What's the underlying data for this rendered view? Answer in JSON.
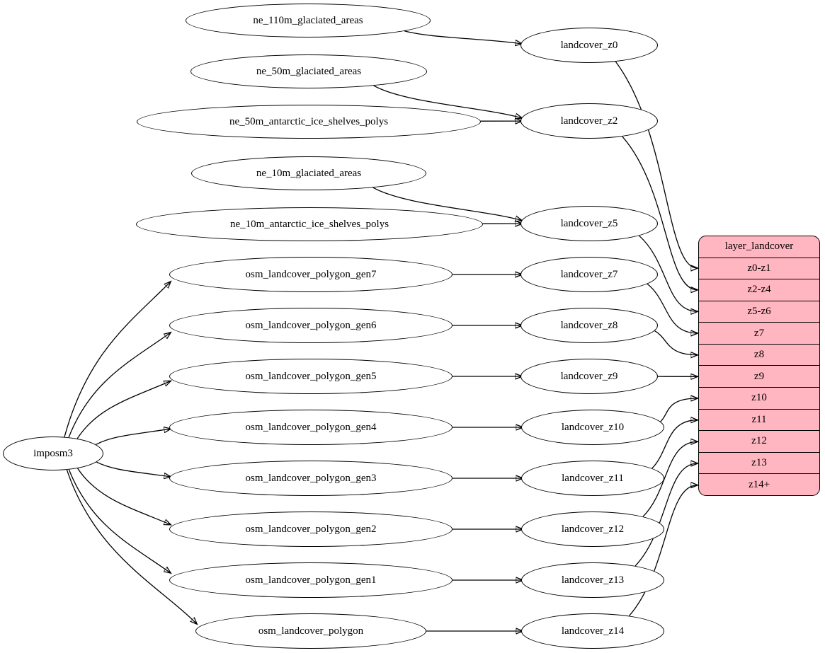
{
  "diagram": {
    "type": "flow-diagram",
    "style": "graphviz",
    "colors": {
      "background": "#ffffff",
      "node_fill": "#ffffff",
      "node_stroke": "#000000",
      "edge_color": "#000000",
      "table_fill": "#ffb6c1",
      "text_color": "#000000"
    },
    "nodes": [
      {
        "id": "imposm3",
        "label": "imposm3"
      },
      {
        "id": "ne_110m_glaciated_areas",
        "label": "ne_110m_glaciated_areas"
      },
      {
        "id": "ne_50m_glaciated_areas",
        "label": "ne_50m_glaciated_areas"
      },
      {
        "id": "ne_50m_antarctic_ice_shelves_polys",
        "label": "ne_50m_antarctic_ice_shelves_polys"
      },
      {
        "id": "ne_10m_glaciated_areas",
        "label": "ne_10m_glaciated_areas"
      },
      {
        "id": "ne_10m_antarctic_ice_shelves_polys",
        "label": "ne_10m_antarctic_ice_shelves_polys"
      },
      {
        "id": "osm_landcover_polygon_gen7",
        "label": "osm_landcover_polygon_gen7"
      },
      {
        "id": "osm_landcover_polygon_gen6",
        "label": "osm_landcover_polygon_gen6"
      },
      {
        "id": "osm_landcover_polygon_gen5",
        "label": "osm_landcover_polygon_gen5"
      },
      {
        "id": "osm_landcover_polygon_gen4",
        "label": "osm_landcover_polygon_gen4"
      },
      {
        "id": "osm_landcover_polygon_gen3",
        "label": "osm_landcover_polygon_gen3"
      },
      {
        "id": "osm_landcover_polygon_gen2",
        "label": "osm_landcover_polygon_gen2"
      },
      {
        "id": "osm_landcover_polygon_gen1",
        "label": "osm_landcover_polygon_gen1"
      },
      {
        "id": "osm_landcover_polygon",
        "label": "osm_landcover_polygon"
      },
      {
        "id": "landcover_z0",
        "label": "landcover_z0"
      },
      {
        "id": "landcover_z2",
        "label": "landcover_z2"
      },
      {
        "id": "landcover_z5",
        "label": "landcover_z5"
      },
      {
        "id": "landcover_z7",
        "label": "landcover_z7"
      },
      {
        "id": "landcover_z8",
        "label": "landcover_z8"
      },
      {
        "id": "landcover_z9",
        "label": "landcover_z9"
      },
      {
        "id": "landcover_z10",
        "label": "landcover_z10"
      },
      {
        "id": "landcover_z11",
        "label": "landcover_z11"
      },
      {
        "id": "landcover_z12",
        "label": "landcover_z12"
      },
      {
        "id": "landcover_z13",
        "label": "landcover_z13"
      },
      {
        "id": "landcover_z14",
        "label": "landcover_z14"
      }
    ],
    "table": {
      "id": "layer_landcover",
      "title": "layer_landcover",
      "rows": [
        "z0-z1",
        "z2-z4",
        "z5-z6",
        "z7",
        "z8",
        "z9",
        "z10",
        "z11",
        "z12",
        "z13",
        "z14+"
      ]
    },
    "edges": [
      {
        "from": "imposm3",
        "to": "osm_landcover_polygon_gen7"
      },
      {
        "from": "imposm3",
        "to": "osm_landcover_polygon_gen6"
      },
      {
        "from": "imposm3",
        "to": "osm_landcover_polygon_gen5"
      },
      {
        "from": "imposm3",
        "to": "osm_landcover_polygon_gen4"
      },
      {
        "from": "imposm3",
        "to": "osm_landcover_polygon_gen3"
      },
      {
        "from": "imposm3",
        "to": "osm_landcover_polygon_gen2"
      },
      {
        "from": "imposm3",
        "to": "osm_landcover_polygon_gen1"
      },
      {
        "from": "imposm3",
        "to": "osm_landcover_polygon"
      },
      {
        "from": "ne_110m_glaciated_areas",
        "to": "landcover_z0"
      },
      {
        "from": "ne_50m_glaciated_areas",
        "to": "landcover_z2"
      },
      {
        "from": "ne_50m_antarctic_ice_shelves_polys",
        "to": "landcover_z2"
      },
      {
        "from": "ne_10m_glaciated_areas",
        "to": "landcover_z5"
      },
      {
        "from": "ne_10m_antarctic_ice_shelves_polys",
        "to": "landcover_z5"
      },
      {
        "from": "osm_landcover_polygon_gen7",
        "to": "landcover_z7"
      },
      {
        "from": "osm_landcover_polygon_gen6",
        "to": "landcover_z8"
      },
      {
        "from": "osm_landcover_polygon_gen5",
        "to": "landcover_z9"
      },
      {
        "from": "osm_landcover_polygon_gen4",
        "to": "landcover_z10"
      },
      {
        "from": "osm_landcover_polygon_gen3",
        "to": "landcover_z11"
      },
      {
        "from": "osm_landcover_polygon_gen2",
        "to": "landcover_z12"
      },
      {
        "from": "osm_landcover_polygon_gen1",
        "to": "landcover_z13"
      },
      {
        "from": "osm_landcover_polygon",
        "to": "landcover_z14"
      },
      {
        "from": "landcover_z0",
        "to_row": "z0-z1"
      },
      {
        "from": "landcover_z2",
        "to_row": "z2-z4"
      },
      {
        "from": "landcover_z5",
        "to_row": "z5-z6"
      },
      {
        "from": "landcover_z7",
        "to_row": "z7"
      },
      {
        "from": "landcover_z8",
        "to_row": "z8"
      },
      {
        "from": "landcover_z9",
        "to_row": "z9"
      },
      {
        "from": "landcover_z10",
        "to_row": "z10"
      },
      {
        "from": "landcover_z11",
        "to_row": "z11"
      },
      {
        "from": "landcover_z12",
        "to_row": "z12"
      },
      {
        "from": "landcover_z13",
        "to_row": "z13"
      },
      {
        "from": "landcover_z14",
        "to_row": "z14+"
      }
    ]
  }
}
